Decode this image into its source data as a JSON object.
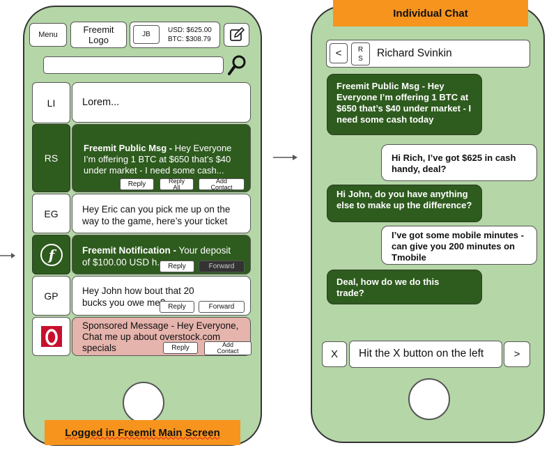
{
  "main_screen": {
    "menu_label": "Menu",
    "logo_label": "Freemit Logo",
    "account": {
      "initials": "JB",
      "usd": "USD: $625.00",
      "btc": "BTC: $308.79"
    },
    "search": {
      "placeholder": ""
    },
    "conversations": [
      {
        "avatar": "LI",
        "text": "Lorem..."
      },
      {
        "avatar": "RS",
        "title": "Freemit Public Msg -",
        "text": " Hey Everyone I’m offering 1 BTC at $650 that’s $40 under market - I need some cash...",
        "actions": [
          "Reply",
          "Reply All",
          "Add Contact"
        ]
      },
      {
        "avatar": "EG",
        "text": "Hey Eric can you pick me up on the way to the game, here’s your ticket"
      },
      {
        "avatar": "f",
        "title": "Freemit Notification -",
        "text": " Your deposit of $100.00 USD h...",
        "actions": [
          "Reply",
          "Forward"
        ]
      },
      {
        "avatar": "GP",
        "text": "Hey John how bout that 20 bucks you owe me?",
        "actions": [
          "Reply",
          "Forward"
        ]
      },
      {
        "avatar": "O",
        "text": "Sponsored Message - Hey Everyone, Chat me up about overstock.com specials",
        "actions": [
          "Reply",
          "Add Contact"
        ]
      }
    ],
    "caption": "Logged in Freemit Main Screen"
  },
  "chat_screen": {
    "header_label": "Individual Chat",
    "back_label": "<",
    "contact_initials": "R S",
    "contact_name": "Richard Svinkin",
    "messages": [
      {
        "from": "them",
        "text": "Freemit Public Msg - Hey Everyone I’m offering 1 BTC at $650 that’s $40 under market - I need some cash today"
      },
      {
        "from": "me",
        "text": "Hi Rich, I’ve got $625 in cash handy, deal?"
      },
      {
        "from": "them",
        "text": "Hi John, do you have anything else to make up the difference?"
      },
      {
        "from": "me",
        "text": "I’ve got some mobile minutes - can give you 200 minutes on Tmobile"
      },
      {
        "from": "them",
        "text": "Deal, how do we do this trade?"
      }
    ],
    "input": {
      "clear_label": "X",
      "text": "Hit the X button on the left",
      "send_label": ">"
    }
  },
  "colors": {
    "phone_bg": "#b5d6a7",
    "dark_green": "#2e5b1e",
    "sponsored": "#e5b4ad",
    "label_orange": "#f7941d"
  }
}
